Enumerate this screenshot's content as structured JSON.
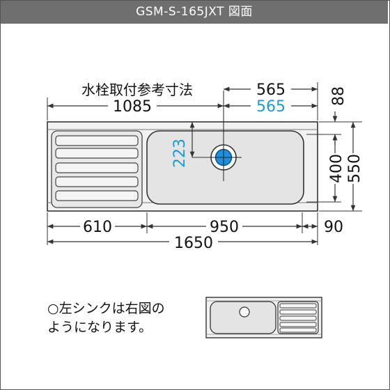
{
  "header": {
    "title": "GSM-S-165JXT 図面"
  },
  "drawing": {
    "faucet_label": "水栓取付参考寸法",
    "top_dims": {
      "left": "1085",
      "right_black": "565",
      "right_blue": "565"
    },
    "right_dims": {
      "top_small": "88",
      "mid": "400",
      "outer": "550"
    },
    "faucet_vertical": "223",
    "bottom_dims": {
      "left": "610",
      "middle": "950",
      "right": "90",
      "total": "1650"
    }
  },
  "note": {
    "line1": "○左シンクは右図の",
    "line2": "ようになります。"
  },
  "colors": {
    "header_bg": "#6f6f6f",
    "blue_dim": "#1a9bd7",
    "faucet_blue": "#1f8fdc",
    "sink_fill": "#e6e6e6",
    "line": "#333333"
  }
}
